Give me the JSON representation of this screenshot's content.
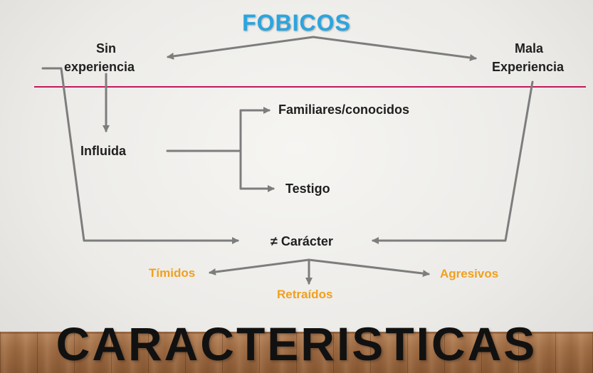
{
  "title": "FOBICOS",
  "left_branch": [
    "Sin",
    "experiencia"
  ],
  "right_branch": [
    "Mala",
    "Experiencia"
  ],
  "influence_node": "Influida",
  "influence_targets": [
    "Familiares/conocidos",
    "Testigo"
  ],
  "center_node": "≠ Carácter",
  "traits": [
    "Tímidos",
    "Retraídos",
    "Agresivos"
  ],
  "footer_title": "CARACTERISTICAS",
  "colors": {
    "title": "#2aa5e0",
    "traits": "#f0a020",
    "divider": "#c2185b",
    "arrows": "#7d7d7d"
  }
}
